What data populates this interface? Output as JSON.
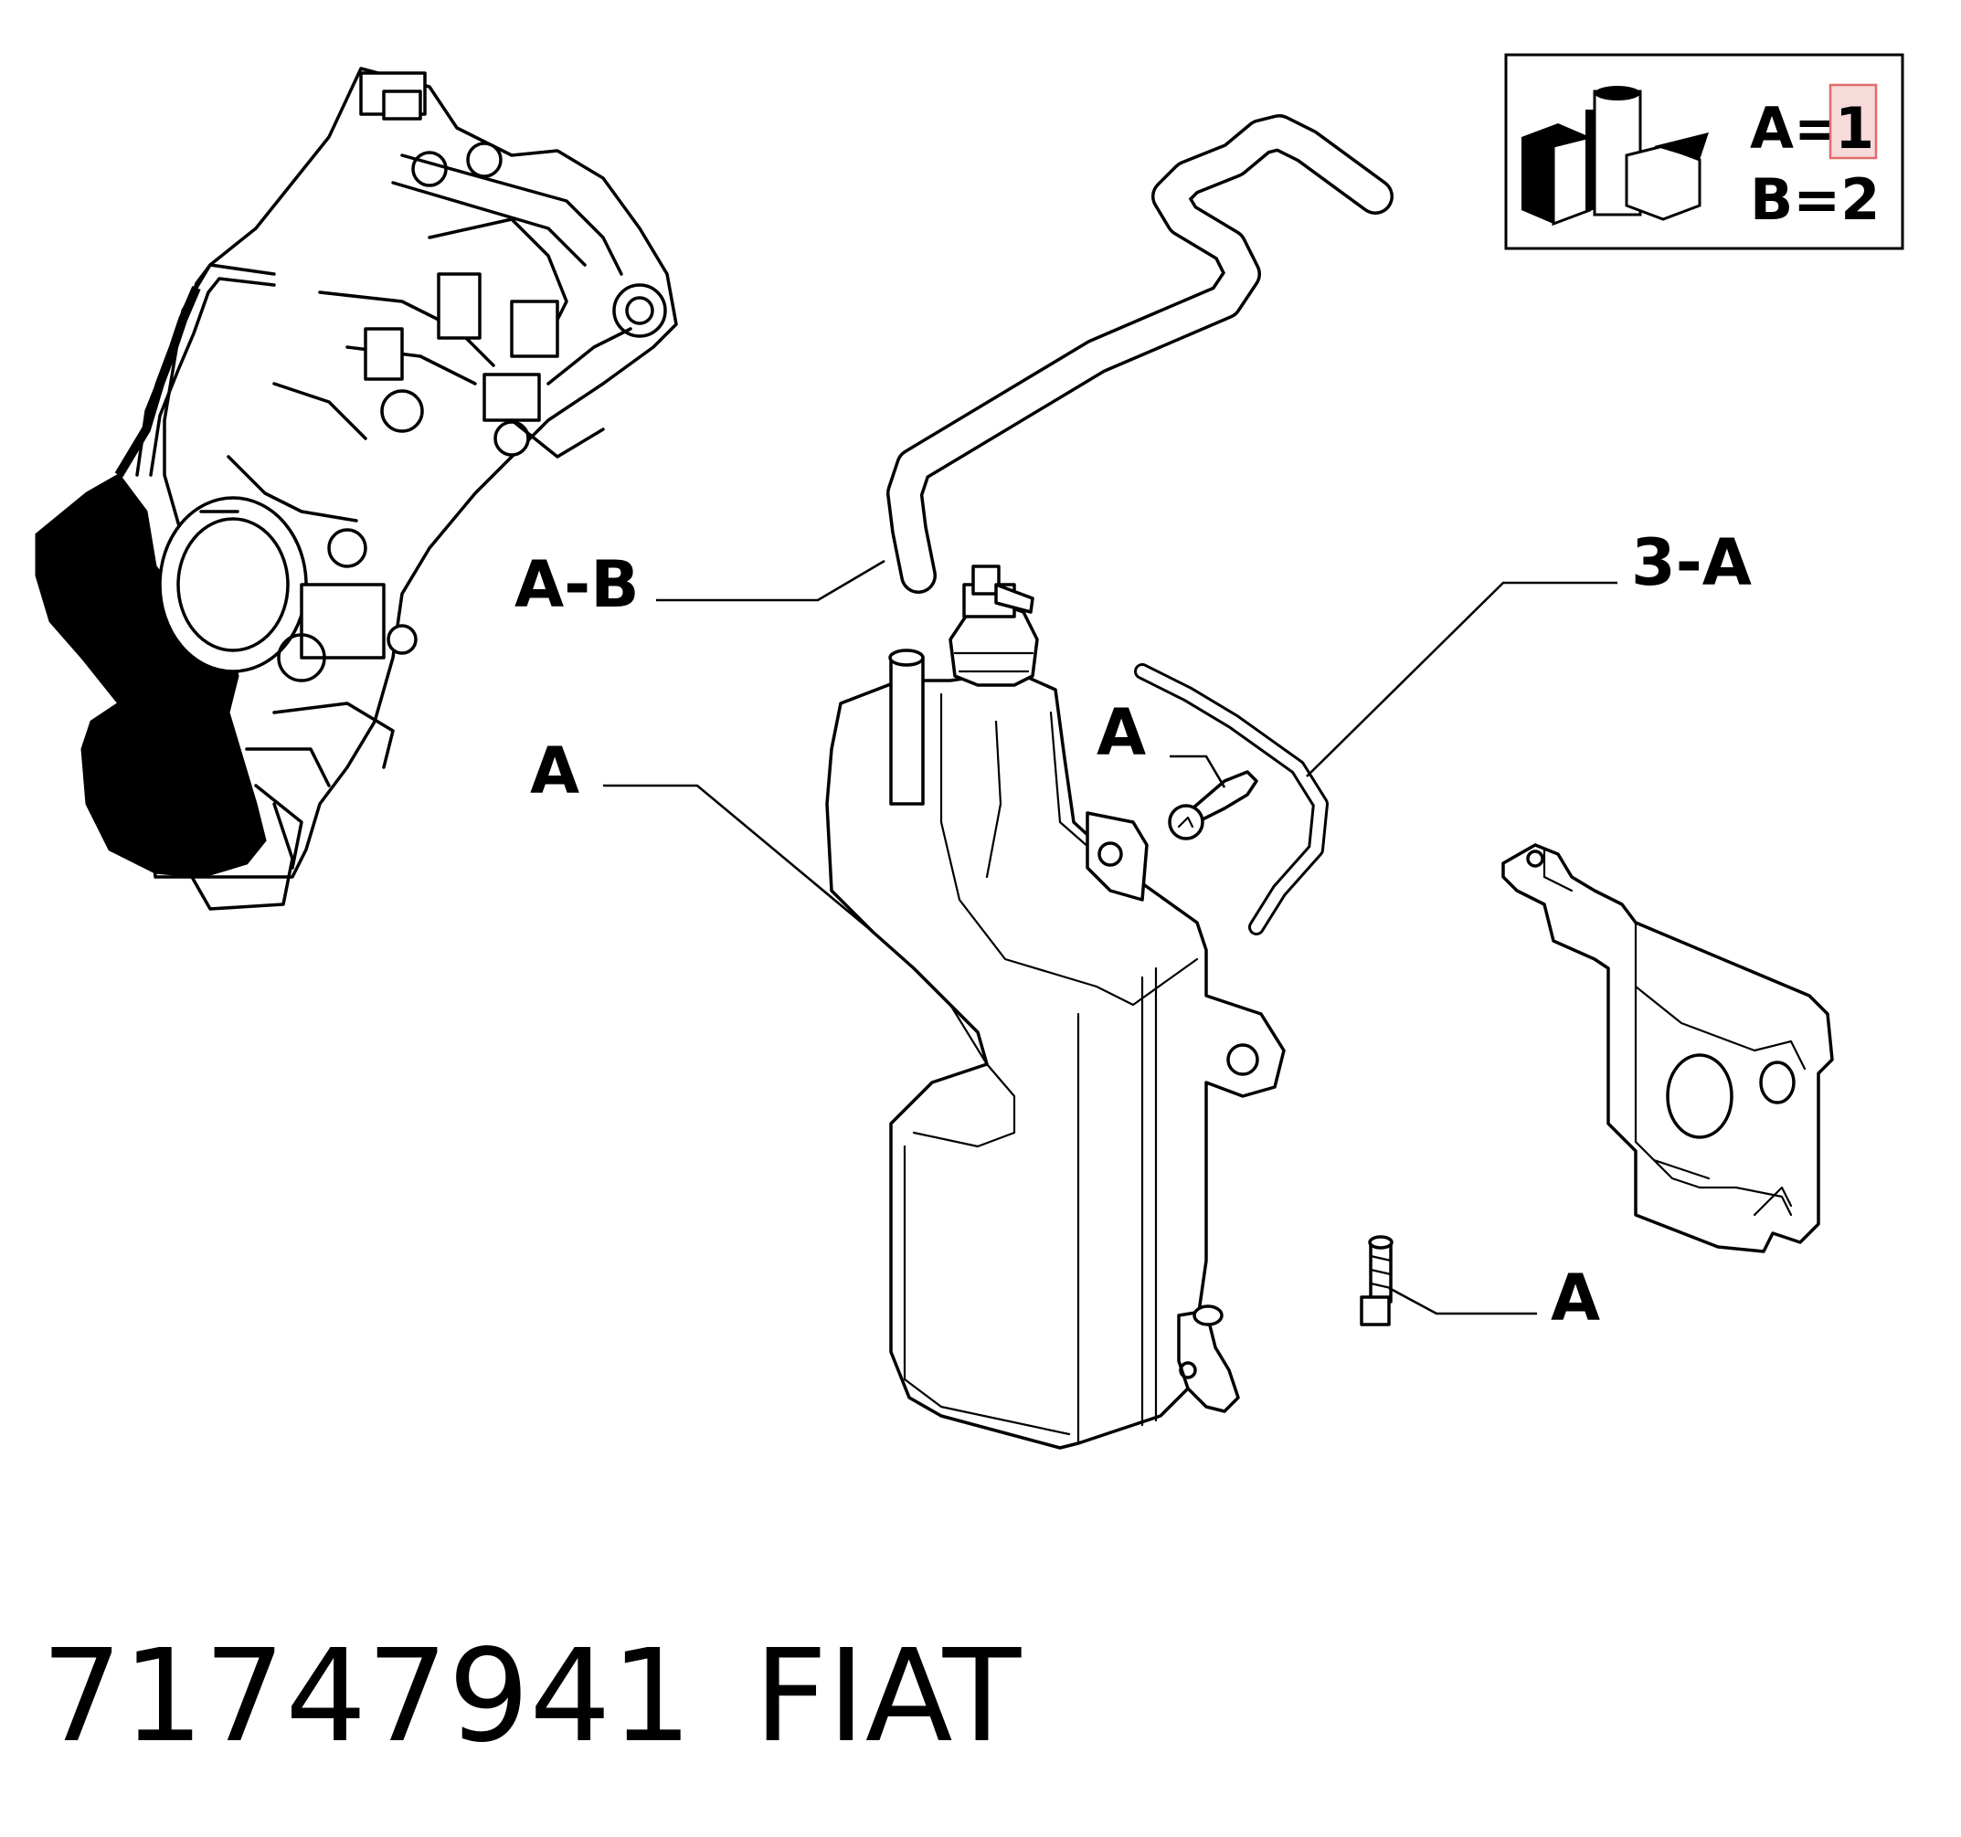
{
  "legend": {
    "line_a": "A=",
    "line_a_value": "1",
    "line_b": "B=2",
    "icon": "fiat-kit-boxes-icon",
    "highlight_color": "#e06c6c"
  },
  "callouts": {
    "hose_upper": "A-B",
    "hose_small": "3-A",
    "tank": "A",
    "screw_upper": "A",
    "screw_lower": "A"
  },
  "caption": {
    "part_number": "71747941",
    "brand": "FIAT"
  }
}
